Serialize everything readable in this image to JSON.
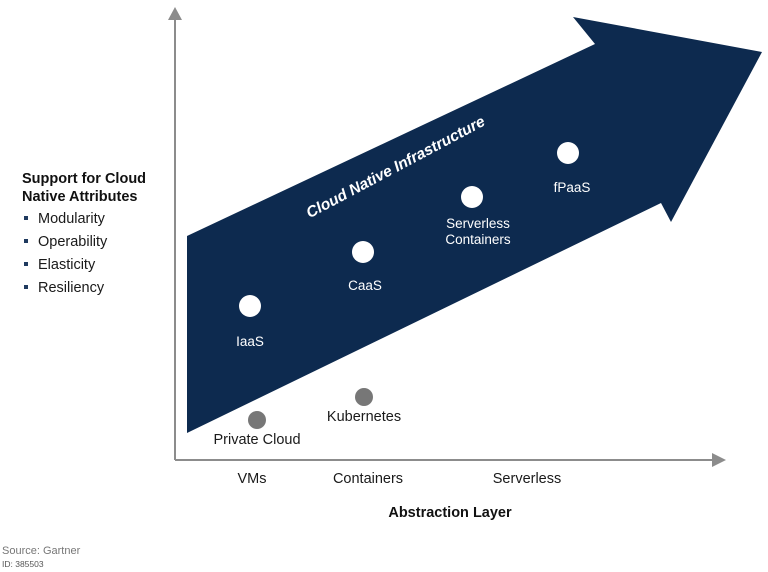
{
  "y_axis": {
    "title": "Support for Cloud Native Attributes",
    "attributes": [
      "Modularity",
      "Operability",
      "Elasticity",
      "Resiliency"
    ]
  },
  "x_axis": {
    "title": "Abstraction Layer",
    "ticks": [
      "VMs",
      "Containers",
      "Serverless"
    ]
  },
  "arrow": {
    "label": "Cloud Native Infrastructure",
    "color": "#0d2a4f"
  },
  "inside_nodes": [
    {
      "label": "IaaS"
    },
    {
      "label": "CaaS"
    },
    {
      "label": "Serverless Containers"
    },
    {
      "label": "fPaaS"
    }
  ],
  "outside_nodes": [
    {
      "label": "Private Cloud"
    },
    {
      "label": "Kubernetes"
    }
  ],
  "colors": {
    "axis": "#8c8c8c",
    "outside_dot": "#777777",
    "inside_dot": "#ffffff"
  },
  "footer": {
    "source": "Source: Gartner",
    "id": "ID: 385503"
  }
}
